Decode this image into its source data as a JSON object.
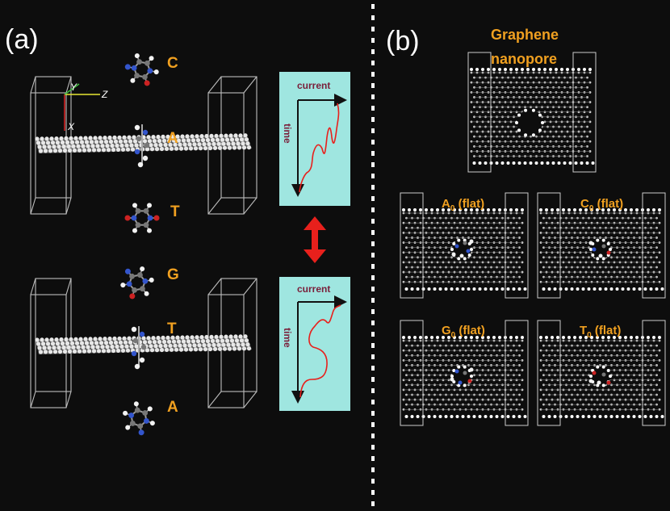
{
  "panel_a": {
    "label": "(a)",
    "bases_top": [
      "C",
      "A",
      "T"
    ],
    "bases_bottom": [
      "G",
      "T",
      "A"
    ],
    "axes": {
      "y": "Y",
      "z": "Z",
      "x": "X"
    },
    "signal": {
      "current": "current",
      "time": "time"
    },
    "colors": {
      "signal_bg": "#9fe6e0",
      "trace": "#e8201c",
      "arrow": "#e8201c"
    }
  },
  "panel_b": {
    "label": "(b)",
    "title_line1": "Graphene",
    "title_line2": "nanopore",
    "panels": [
      {
        "base": "A",
        "sub": "0",
        "suffix": " (flat)"
      },
      {
        "base": "C",
        "sub": "0",
        "suffix": " (flat)"
      },
      {
        "base": "G",
        "sub": "0",
        "suffix": " (flat)"
      },
      {
        "base": "T",
        "sub": "0",
        "suffix": " (flat)"
      }
    ]
  },
  "colors": {
    "base_label": "#f0a020",
    "background": "#0d0d0d"
  }
}
